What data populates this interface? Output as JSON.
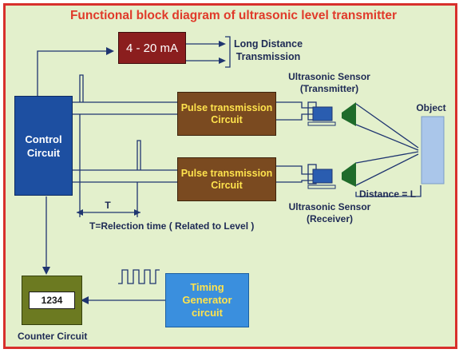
{
  "title": "Functional block diagram of ultrasonic level transmitter",
  "blocks": {
    "current_output": "4 - 20 mA",
    "control": "Control Circuit",
    "pulse_tx": "Pulse transmission Circuit",
    "pulse_rx": "Pulse transmission Circuit",
    "counter_value": "1234",
    "timing": "Timing Generator circuit"
  },
  "labels": {
    "long_distance": "Long Distance Transmission",
    "sensor_tx": "Ultrasonic Sensor (Transmitter)",
    "sensor_rx": "Ultrasonic Sensor (Receiver)",
    "object": "Object",
    "distance": "Distance = L",
    "t": "T",
    "reflection_time": "T=Relection time ( Related to Level )",
    "counter_caption": "Counter Circuit"
  },
  "colors": {
    "frame": "#d8302c",
    "background": "#e3f0cc",
    "control_block": "#1d4fa1",
    "pulse_block": "#7a4a20",
    "pulse_text": "#ffe34d",
    "current_block": "#8b1e1e",
    "counter_block": "#6c7a21",
    "timing_block": "#3a8fde",
    "sensor_body": "#2a5db0",
    "horn": "#1f6b2a",
    "object": "#aac6ea"
  }
}
